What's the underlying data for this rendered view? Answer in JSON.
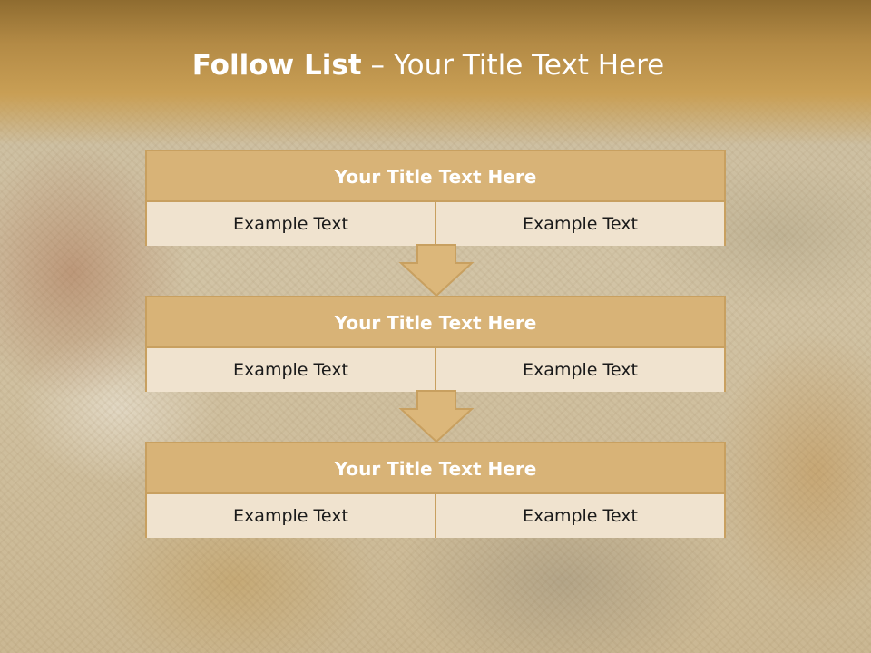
{
  "title": {
    "strong": "Follow List",
    "rest": " – Your Title Text Here"
  },
  "blocks": [
    {
      "title": "Your Title Text Here",
      "cells": [
        "Example Text",
        "Example Text"
      ]
    },
    {
      "title": "Your Title Text Here",
      "cells": [
        "Example Text",
        "Example Text"
      ]
    },
    {
      "title": "Your Title Text Here",
      "cells": [
        "Example Text",
        "Example Text"
      ]
    }
  ],
  "colors": {
    "header_band": "#b38a45",
    "block_title": "#d8b377",
    "block_cell": "#f0e3cf",
    "border": "#c8a060",
    "arrow_fill": "#dcb77a"
  },
  "icons": {
    "connector": "down-arrow-icon"
  }
}
